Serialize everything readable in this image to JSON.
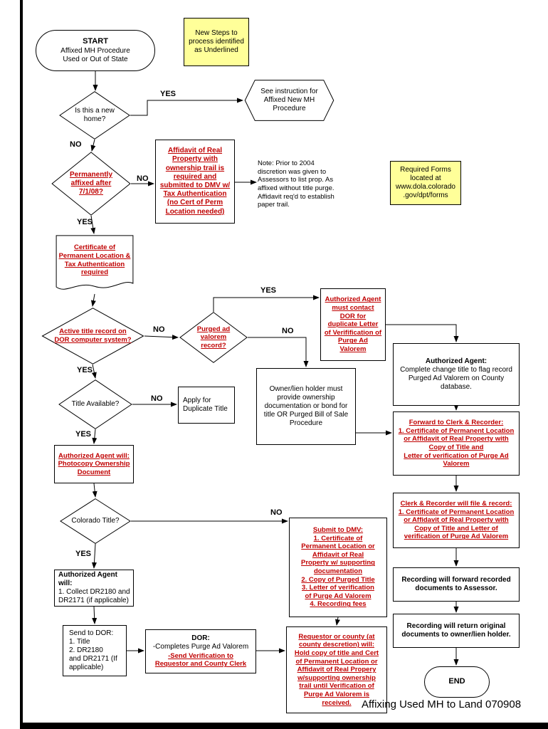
{
  "caption": "Affixing Used MH to Land 070908",
  "edge_labels": {
    "yes": "YES",
    "no": "NO"
  },
  "colors": {
    "red_text": "#C00000",
    "note_yellow": "#FFFF99",
    "line": "#000000"
  },
  "nodes": {
    "start": {
      "title": "START",
      "body": "Affixed MH Procedure\nUsed or Out of State"
    },
    "new_steps_note": {
      "text": "New Steps to\nprocess identified\nas Underlined"
    },
    "q_new_home": {
      "text": "Is this a new\nhome?"
    },
    "see_instruction": {
      "text": "See instruction for\nAffixed New MH\nProcedure"
    },
    "q_affixed_after_70108": {
      "text": "Permanently\naffixed after\n7/1/08?"
    },
    "affidavit_required": {
      "text": "Affidavit of Real\nProperty with\nownership trail is\nrequired and\nsubmitted to DMV w/\nTax Authentication\n(no Cert of Perm\nLocation needed)"
    },
    "note_prior_2004": {
      "text": "Note:  Prior to 2004\ndiscretion was given to\nAssessors to list prop. As\naffixed without title purge.\nAffidavit req'd to establish\npaper trail."
    },
    "required_forms": {
      "text": "Required Forms\nlocated at\nwww.dola.colorado\n.gov/dpt/forms"
    },
    "cert_permanent_location": {
      "text": "Certificate of\nPermanent Location &\nTax Authentication\nrequired"
    },
    "q_active_title": {
      "text": "Active title record on\nDOR computer system?"
    },
    "q_purged_ad_valorem": {
      "text": "Purged ad\nvalorem\nrecord?"
    },
    "contact_dor": {
      "text": "Authorized Agent\nmust contact\nDOR for\nduplicate Letter\nof Verifification of\nPurge Ad\nValorem"
    },
    "aa_complete_change": {
      "title": "Authorized Agent:",
      "body": "Complete change title to flag record\nPurged Ad Valorem on County\ndatabase."
    },
    "q_title_available": {
      "text": "Title Available?"
    },
    "apply_duplicate": {
      "text": "Apply for\nDuplicate Title"
    },
    "owner_lien": {
      "text": "Owner/lien holder must\nprovide ownership\ndocumentation or bond for\ntitle OR Purged Bill of Sale\nProcedure"
    },
    "aa_photocopy": {
      "text": "Authorized Agent will:\nPhotocopy Ownership\nDocument"
    },
    "forward_clerk": {
      "text": "Forward to Clerk & Recorder:\n1. Certificate of Permanent Location\nor Affidavit of Real Property with\nCopy of Title and\nLetter of verification of Purge Ad\nValorem"
    },
    "q_colorado_title": {
      "text": "Colorado Title?"
    },
    "clerk_file_record": {
      "text": "Clerk & Recorder will file & record:\n1. Certificate of Permanent Location\nor Affidavit of Real Property with\nCopy of Title and Letter of\nverification of Purge Ad Valorem"
    },
    "submit_dmv": {
      "text": "Submit to DMV:\n1. Certificate of\nPermanent Location or\nAffidavit of Real\nProperty w/ supporting\ndocumentation\n2. Copy of Purged Title\n3. Letter of verification\nof Purge Ad Valorem\n4. Recording fees"
    },
    "aa_collect": {
      "title": "Authorized Agent will:",
      "body": "1. Collect DR2180 and\nDR2171 (if applicable)"
    },
    "recording_forward": {
      "text": "Recording will forward recorded\ndocuments to Assessor."
    },
    "send_dor": {
      "text": "Send to DOR:\n1. Title\n2. DR2180\nand DR2171 (If\napplicable)"
    },
    "dor": {
      "title": "DOR:",
      "line1": "-Completes Purge Ad Valorem",
      "line2": "-Send Verification to\nRequestor and County Clerk"
    },
    "requestor_hold": {
      "text": "Requestor or county (at\ncounty descretion) will:\nHold copy of title and Cert\nof Permanent Location or\nAffidavit of Real Propery\nw/supporting ownership\ntrail until Verification of\nPurge Ad Valorem is\nreceived."
    },
    "recording_return": {
      "text": "Recording will return original\ndocuments to owner/lien holder."
    },
    "end": {
      "title": "END"
    }
  }
}
